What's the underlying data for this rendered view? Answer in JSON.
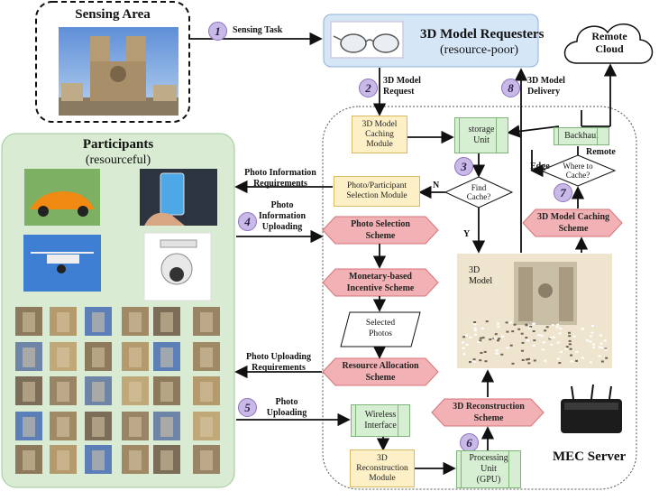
{
  "sensing_area": {
    "title": "Sensing Area"
  },
  "requesters": {
    "title": "3D Model Requesters",
    "subtitle": "(resource-poor)"
  },
  "remote_cloud": {
    "label": "Remote\nCloud"
  },
  "participants": {
    "title": "Participants",
    "subtitle": "(resourceful)"
  },
  "mec_server": {
    "label": "MEC Server"
  },
  "steps": [
    "1",
    "2",
    "3",
    "4",
    "5",
    "6",
    "7",
    "8"
  ],
  "edge_labels": {
    "sensing_task": "Sensing Task",
    "model_request": "3D Model\nRequest",
    "model_delivery": "3D Model\nDelivery",
    "photo_info_req": "Photo Information\nRequirements",
    "photo_info_upload": "Photo\nInformation\nUploading",
    "photo_upload_req": "Photo Uploading\nRequirements",
    "photo_uploading": "Photo\nUploading",
    "edge": "Edge",
    "remote": "Remote",
    "n": "N",
    "y": "Y"
  },
  "boxes": {
    "caching_module": "3D Model\nCaching\nModule",
    "storage_unit": "storage\nUnit",
    "find_cache": "Find\nCache?",
    "selection_module": "Photo/Participant\nSelection Module",
    "backhaul": "Backhaul",
    "where_to_cache": "Where to\nCache?",
    "caching_scheme": "3D Model Caching\nScheme",
    "photo_selection_scheme": "Photo Selection\nScheme",
    "incentive_scheme": "Monetary-based\nIncentive Scheme",
    "selected_photos": "Selected\nPhotos",
    "resource_allocation": "Resource Allocation\nScheme",
    "wireless_interface": "Wireless\nInterface",
    "reconstruction_module": "3D\nReconstruction\nModule",
    "processing_unit": "Processing\nUnit\n(GPU)",
    "reconstruction_scheme": "3D Reconstruction\nScheme",
    "model_label": "3D\nModel"
  },
  "colors": {
    "participants_bg": "#d9ecd3",
    "requester_bg": "#d5e6f7",
    "hex_fill": "#f2b2b5",
    "step_circle": "#c9b9e6"
  }
}
